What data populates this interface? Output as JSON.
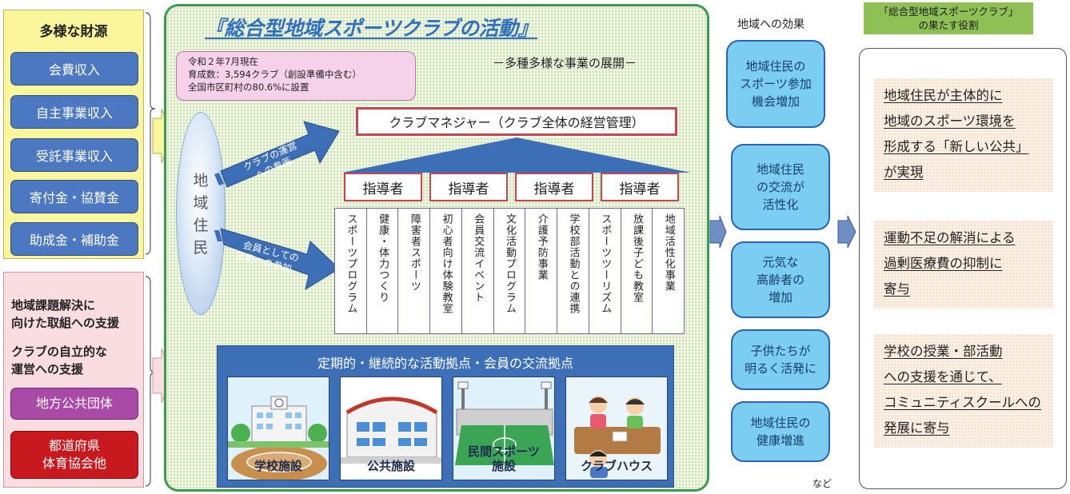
{
  "funding": {
    "title": "多様な財源",
    "items": [
      "会費収入",
      "自主事業収入",
      "受託事業収入",
      "寄付金・協賛金",
      "助成金・補助金"
    ]
  },
  "support": {
    "line1": "地域課題解決に",
    "line2": "向けた取組への支援",
    "line3": "クラブの自立的な",
    "line4": "運営への支援",
    "local_gov": "地方公共団体",
    "pref_line1": "都道府県",
    "pref_line2": "体育協会他"
  },
  "center": {
    "title": "『総合型地域スポーツクラブの活動』",
    "subtitle": "－多種多様な事業の展開－",
    "stats_line1": "令和２年7月現在",
    "stats_line2": "育成数：3,594クラブ（創設準備中含む）",
    "stats_line3": "全国市区町村の80.6%に設置",
    "resident_chars": [
      "地",
      "域",
      "住",
      "民"
    ],
    "arrow1_line1": "クラブの運営",
    "arrow1_line2": "への参画",
    "arrow2_line1": "会員としての",
    "arrow2_line2": "活動への参加",
    "manager": "クラブマネジャー（クラブ全体の経営管理）",
    "coach": "指導者",
    "programs": [
      "スポーツプログラム",
      "健康・体力つくり",
      "障害者スポーツ",
      "初心者向け体験教室",
      "会員交流イベント",
      "文化活動プログラム",
      "介護予防事業",
      "学校部活動との連携",
      "スポーツツーリズム",
      "放課後子ども教室",
      "地域活性化事業"
    ],
    "facilities_header": "定期的・継続的な活動拠点・会員の交流拠点",
    "facility1": "学校施設",
    "facility2": "公共施設",
    "facility3_line1": "民間スポーツ",
    "facility3_line2": "施設",
    "facility4": "クラブハウス"
  },
  "effects": {
    "title": "地域への効果",
    "items": [
      [
        "地域住民の",
        "スポーツ参加",
        "機会増加"
      ],
      [
        "地域住民",
        "の交流が",
        "活性化"
      ],
      [
        "元気な",
        "高齢者の",
        "増加"
      ],
      [
        "子供たちが",
        "明るく活発に"
      ],
      [
        "地域住民の",
        "健康増進"
      ]
    ],
    "etc": "など"
  },
  "roles": {
    "title_line1": "「総合型地域スポーツクラブ」",
    "title_line2": "の果たす役割",
    "cards": [
      [
        "地域住民が主体的に",
        "地域のスポーツ環境を",
        "形成する「新しい公共」",
        "が実現"
      ],
      [
        "運動不足の解消による",
        "過剰医療費の抑制に",
        "寄与"
      ],
      [
        "学校の授業・部活動",
        "への支援を通じて、",
        "コミュニティスクールへの",
        "発展に寄与"
      ]
    ]
  },
  "colors": {
    "funding_bg": "#fbf69c",
    "fund_button": "#4b78c0",
    "support_bg": "#fadde0",
    "local_gov": "#a94aa6",
    "prefecture": "#c8191f",
    "panel_border": "#3c9a52",
    "title_blue": "#2f6fc0",
    "effect_bg": "#7bcdf1",
    "role_title_bg": "#8fc056"
  }
}
